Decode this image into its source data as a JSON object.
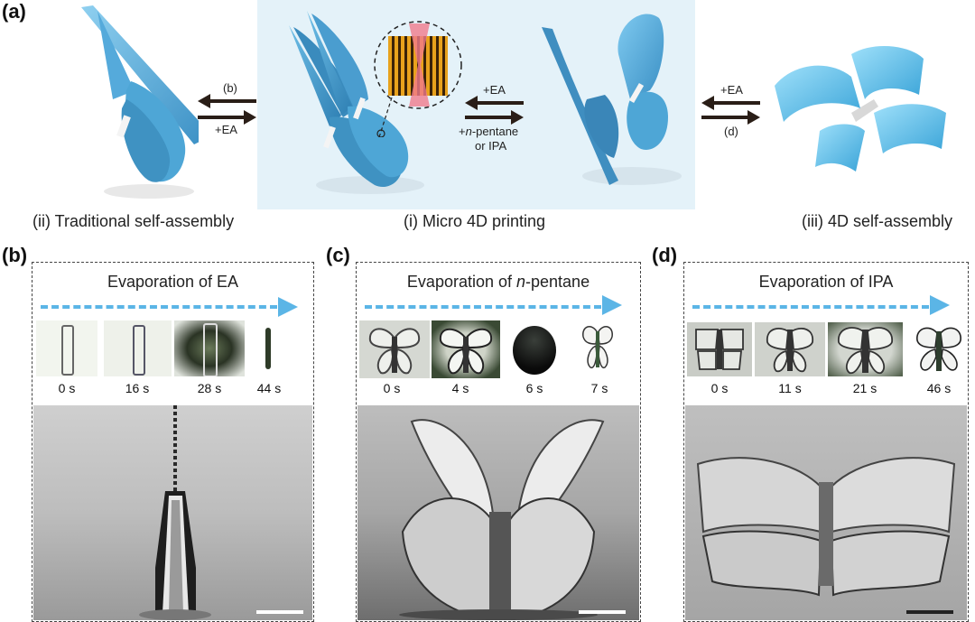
{
  "panel_labels": {
    "a": "(a)",
    "b": "(b)",
    "c": "(c)",
    "d": "(d)"
  },
  "top": {
    "captions": {
      "traditional": "(ii) Traditional self-assembly",
      "printing": "(i) Micro 4D printing",
      "four_d": "(iii) 4D self-assembly"
    },
    "arrows": {
      "left_top": "(b)",
      "left_bottom": "+EA",
      "mid_top": "+EA",
      "mid_bottom_prefix": "+",
      "mid_bottom_italic": "n",
      "mid_bottom_suffix": "-pentane",
      "mid_bottom_line2": "or IPA",
      "right_top": "+EA",
      "right_bottom": "(d)"
    }
  },
  "panels": {
    "b": {
      "title": "Evaporation of EA",
      "times": [
        "0 s",
        "16 s",
        "28 s",
        "44 s"
      ]
    },
    "c": {
      "title_prefix": "Evaporation of ",
      "title_italic": "n",
      "title_suffix": "-pentane",
      "times": [
        "0 s",
        "4 s",
        "6 s",
        "7 s"
      ]
    },
    "d": {
      "title": "Evaporation of IPA",
      "times": [
        "0 s",
        "11 s",
        "21 s",
        "46 s"
      ]
    }
  },
  "colors": {
    "printing_bg": "#e4f2f9",
    "wing_blue": "#4ea6d6",
    "arrow_dark": "#2a1e17",
    "dash_blue": "#5bb5e6",
    "scalebar_light": "#ffffff",
    "scalebar_dark": "#222222"
  }
}
